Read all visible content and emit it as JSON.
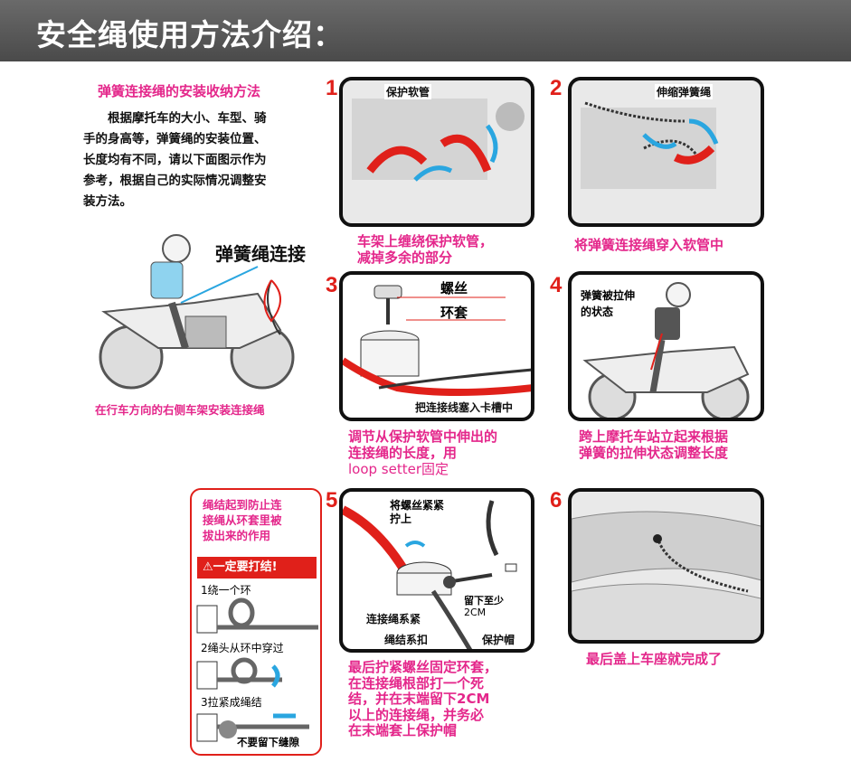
{
  "header": {
    "title": "安全绳使用方法介绍："
  },
  "intro": {
    "subtitle": "弹簧连接绳的安装收纳方法",
    "paragraph": [
      "　　根据摩托车的大小、车型、骑",
      "手的身高等，弹簧绳的安装位置、",
      "长度均有不同，请以下面图示作为",
      "参考，根据自己的实际情况调整安",
      "装方法。"
    ],
    "illustration_label": "弹簧绳连接",
    "caption": "在行车方向的右侧车架安装连接绳"
  },
  "steps": [
    {
      "number": "1",
      "labels": [
        "保护软管"
      ],
      "caption": [
        "车架上缠绕保护软管，",
        "减掉多余的部分"
      ]
    },
    {
      "number": "2",
      "labels": [
        "伸缩弹簧绳"
      ],
      "caption": [
        "将弹簧连接绳穿入软管中"
      ]
    },
    {
      "number": "3",
      "labels": [
        "螺丝",
        "环套",
        "把连接线塞入卡槽中"
      ],
      "caption": [
        "调节从保护软管中伸出的",
        "连接绳的长度，用",
        "loop setter固定"
      ]
    },
    {
      "number": "4",
      "labels": [
        "弹簧被拉伸",
        "的状态"
      ],
      "caption": [
        "跨上摩托车站立起来根据",
        "弹簧的拉伸状态调整长度"
      ]
    },
    {
      "number": "5",
      "labels": [
        "将螺丝紧紧",
        "拧上",
        "留下至少",
        "2CM",
        "连接绳系紧",
        "绳结系扣",
        "保护帽"
      ],
      "caption": [
        "最后拧紧螺丝固定环套，",
        "在连接绳根部打一个死",
        "结，并在末端留下2CM",
        "以上的连接绳，并务必",
        "在末端套上保护帽"
      ]
    },
    {
      "number": "6",
      "labels": [],
      "caption": [
        "最后盖上车座就完成了"
      ]
    }
  ],
  "knot_box": {
    "intro": [
      "绳结起到防止连",
      "接绳从环套里被",
      "拔出来的作用"
    ],
    "warning": "一定要打结!",
    "step1": "1绕一个环",
    "step2": "2绳头从环中穿过",
    "step3": "3拉紧成绳结",
    "note": "不要留下缝隙"
  },
  "colors": {
    "accent_pink": "#e4278b",
    "red": "#e0201a",
    "blue": "#2aa6e0"
  }
}
